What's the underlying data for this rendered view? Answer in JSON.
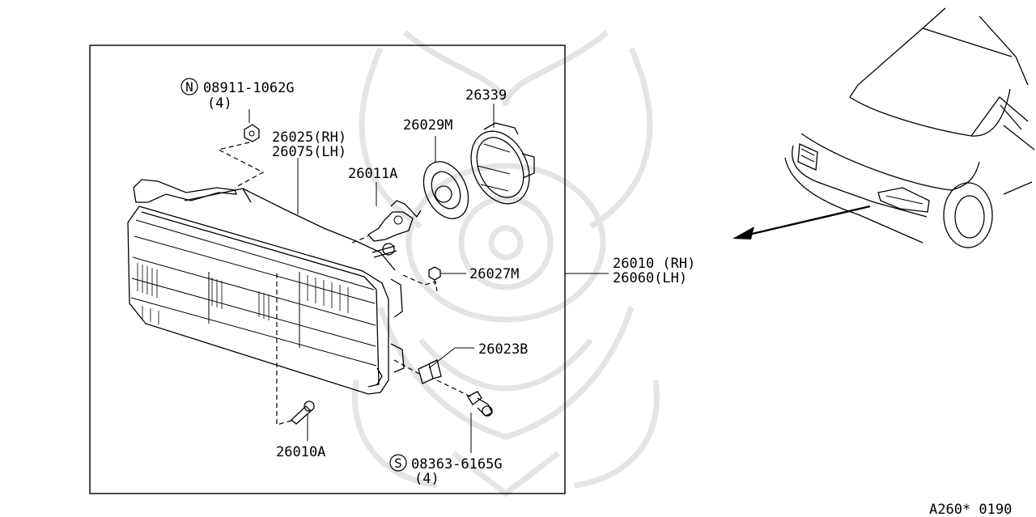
{
  "diagram": {
    "parts": {
      "nut_part_no": "08911-1062G",
      "nut_qty": "(4)",
      "nut_prefix": "N",
      "housing_rh": "26025(RH)",
      "housing_lh": "26075(LH)",
      "bulb": "26011A",
      "bulb_socket": "26029M",
      "retainer_ring": "26339",
      "nut_small": "26027M",
      "assembly_rh": "26010 (RH)",
      "assembly_lh": "26060(LH)",
      "bracket": "26023B",
      "screw_adjust": "26010A",
      "screw_part_no": "08363-6165G",
      "screw_qty": "(4)",
      "screw_prefix": "S"
    },
    "diagram_code": "A260* 0190"
  }
}
